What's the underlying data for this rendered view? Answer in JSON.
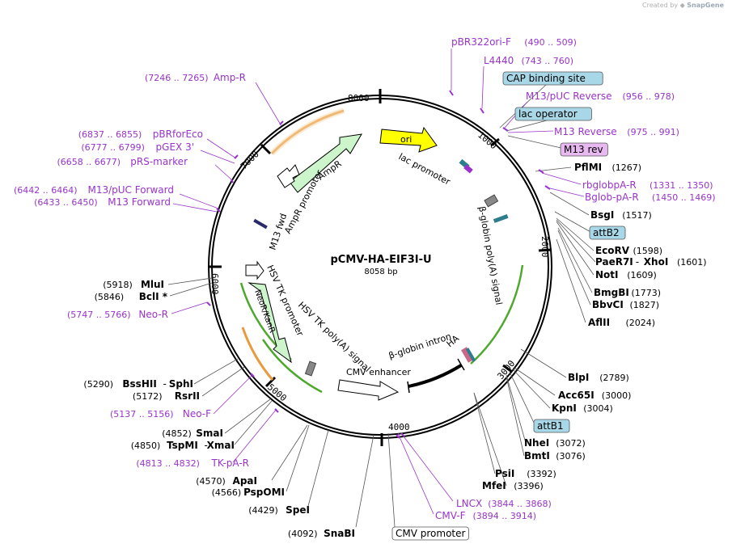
{
  "credit": {
    "prefix": "Created by",
    "brand": "SnapGene"
  },
  "plasmid": {
    "name": "pCMV-HA-EIF3I-U",
    "size_label": "8058 bp"
  },
  "ticks": [
    "1000",
    "2000",
    "3000",
    "4000",
    "5000",
    "6000",
    "7000",
    "8000"
  ],
  "features_on_map": [
    {
      "label": "ori",
      "color": "#ffff00"
    },
    {
      "label": "AmpR",
      "color": "#ccf5cc"
    },
    {
      "label": "NeoR/KanR",
      "color": "#ccf5cc"
    },
    {
      "label": "lac promoter"
    },
    {
      "label": "β-globin poly(A) signal"
    },
    {
      "label": "AmpR promoter"
    },
    {
      "label": "M13 fwd"
    },
    {
      "label": "HSV TK promoter"
    },
    {
      "label": "HSV TK poly(A) signal"
    },
    {
      "label": "CMV enhancer"
    },
    {
      "label": "β-globin intron"
    },
    {
      "label": "HA"
    }
  ],
  "right_labels": [
    {
      "name": "pBR322ori-F",
      "pos": "(490 .. 509)",
      "kind": "primer"
    },
    {
      "name": "L4440",
      "pos": "(743 .. 760)",
      "kind": "primer"
    },
    {
      "name": "CAP binding site",
      "pos": "",
      "kind": "boxblue"
    },
    {
      "name": "M13/pUC Reverse",
      "pos": "(956 .. 978)",
      "kind": "primer"
    },
    {
      "name": "lac operator",
      "pos": "",
      "kind": "boxblue"
    },
    {
      "name": "M13 Reverse",
      "pos": "(975 .. 991)",
      "kind": "primer"
    },
    {
      "name": "M13 rev",
      "pos": "",
      "kind": "boxpink"
    },
    {
      "name": "PflMI",
      "pos": "(1267)",
      "kind": "enzyme"
    },
    {
      "name": "rbglobpA-R",
      "pos": "(1331 .. 1350)",
      "kind": "primer"
    },
    {
      "name": "Bglob-pA-R",
      "pos": "(1450 .. 1469)",
      "kind": "primer"
    },
    {
      "name": "BsgI",
      "pos": "(1517)",
      "kind": "enzyme"
    },
    {
      "name": "attB2",
      "pos": "",
      "kind": "boxblue"
    },
    {
      "name": "EcoRV",
      "pos": "(1598)",
      "kind": "enzyme"
    },
    {
      "name": "PaeR7I",
      "pos": "(1601)",
      "kind": "enzyme",
      "name2": "XhoI"
    },
    {
      "name": "NotI",
      "pos": "(1609)",
      "kind": "enzyme"
    },
    {
      "name": "BmgBI",
      "pos": "(1773)",
      "kind": "enzyme"
    },
    {
      "name": "BbvCI",
      "pos": "(1827)",
      "kind": "enzyme"
    },
    {
      "name": "AflII",
      "pos": "(2024)",
      "kind": "enzyme"
    },
    {
      "name": "BlpI",
      "pos": "(2789)",
      "kind": "enzyme"
    },
    {
      "name": "Acc65I",
      "pos": "(3000)",
      "kind": "enzyme"
    },
    {
      "name": "KpnI",
      "pos": "(3004)",
      "kind": "enzyme"
    },
    {
      "name": "attB1",
      "pos": "",
      "kind": "boxblue"
    },
    {
      "name": "NheI",
      "pos": "(3072)",
      "kind": "enzyme"
    },
    {
      "name": "BmtI",
      "pos": "(3076)",
      "kind": "enzyme"
    },
    {
      "name": "PsiI",
      "pos": "(3392)",
      "kind": "enzyme"
    },
    {
      "name": "MfeI",
      "pos": "(3396)",
      "kind": "enzyme"
    },
    {
      "name": "LNCX",
      "pos": "(3844 .. 3868)",
      "kind": "primer"
    },
    {
      "name": "CMV-F",
      "pos": "(3894 .. 3914)",
      "kind": "primer"
    },
    {
      "name": "CMV promoter",
      "pos": "",
      "kind": "boxwhite"
    }
  ],
  "left_labels": [
    {
      "name": "Amp-R",
      "pos": "(7246 .. 7265)",
      "kind": "primer"
    },
    {
      "name": "pBRforEco",
      "pos": "(6837 .. 6855)",
      "kind": "primer"
    },
    {
      "name": "pGEX 3'",
      "pos": "(6777 .. 6799)",
      "kind": "primer"
    },
    {
      "name": "pRS-marker",
      "pos": "(6658 .. 6677)",
      "kind": "primer"
    },
    {
      "name": "M13/pUC Forward",
      "pos": "(6442 .. 6464)",
      "kind": "primer"
    },
    {
      "name": "M13 Forward",
      "pos": "(6433 .. 6450)",
      "kind": "primer"
    },
    {
      "name": "MluI",
      "pos": "(5918)",
      "kind": "enzyme"
    },
    {
      "name": "BclI *",
      "pos": "(5846)",
      "kind": "enzyme"
    },
    {
      "name": "Neo-R",
      "pos": "(5747 .. 5766)",
      "kind": "primer"
    },
    {
      "name": "BssHII",
      "pos": "(5290)",
      "kind": "enzyme",
      "name2": "SphI"
    },
    {
      "name": "RsrII",
      "pos": "(5172)",
      "kind": "enzyme"
    },
    {
      "name": "Neo-F",
      "pos": "(5137 .. 5156)",
      "kind": "primer"
    },
    {
      "name": "SmaI",
      "pos": "(4852)",
      "kind": "enzyme"
    },
    {
      "name": "TspMI",
      "pos": "(4850)",
      "kind": "enzyme",
      "name2": "XmaI"
    },
    {
      "name": "TK-pA-R",
      "pos": "(4813 .. 4832)",
      "kind": "primer"
    },
    {
      "name": "ApaI",
      "pos": "(4570)",
      "kind": "enzyme"
    },
    {
      "name": "PspOMI",
      "pos": "(4566)",
      "kind": "enzyme"
    },
    {
      "name": "SpeI",
      "pos": "(4429)",
      "kind": "enzyme"
    },
    {
      "name": "SnaBI",
      "pos": "(4092)",
      "kind": "enzyme"
    }
  ],
  "colors": {
    "primer": "#9933cc",
    "enzyme": "#000000",
    "boxblue": "#a8d8e8",
    "boxpink": "#e8b8f0",
    "green": "#66cc33",
    "orange": "#e89a3c"
  }
}
